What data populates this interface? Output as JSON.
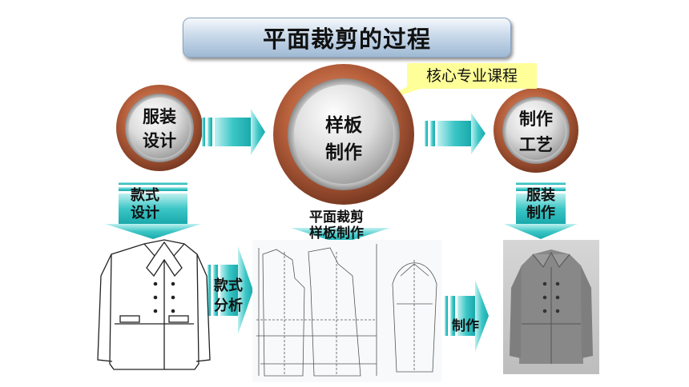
{
  "title": "平面裁剪的过程",
  "callout": "核心专业课程",
  "circles": {
    "design": [
      "服装",
      "设计"
    ],
    "pattern": [
      "样板",
      "制作"
    ],
    "craft": [
      "制作",
      "工艺"
    ]
  },
  "labels": {
    "style_design": [
      "款式",
      "设计"
    ],
    "flat_cut": [
      "平面裁剪",
      "样板制作"
    ],
    "garment_make": [
      "服装",
      "制作"
    ],
    "style_analysis": [
      "款式",
      "分析"
    ],
    "make": "制作"
  },
  "colors": {
    "arrow": "#2fbfbf",
    "ring": "#b8603c",
    "callout_bg": "#ffff99"
  },
  "icons": [
    "coat-sketch-image",
    "pattern-draft-image",
    "jacket-photo-image"
  ]
}
